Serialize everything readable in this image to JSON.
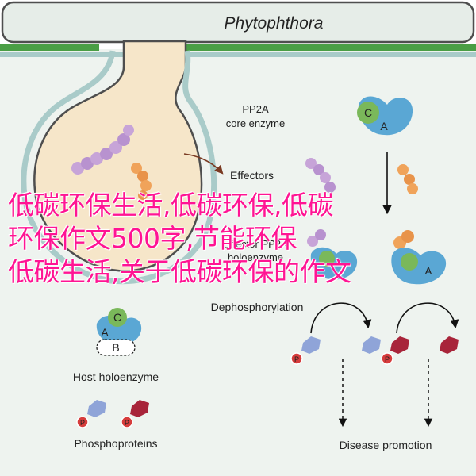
{
  "labels": {
    "pathogen": "Phytophthora",
    "pp2a_core": [
      "PP2A",
      "core enzyme"
    ],
    "effectors": "Effectors",
    "effector_holo": [
      "Effector PP2A",
      "holoenzyme"
    ],
    "dephosphorylation": "Dephosphorylation",
    "host_holo": "Host holoenzyme",
    "phosphoproteins": "Phosphoproteins",
    "disease_promotion": "Disease promotion"
  },
  "subunits": {
    "a": "A",
    "b": "B",
    "c": "C",
    "p": "P"
  },
  "overlay_lines": [
    "低碳环保生活,低碳环保,低碳",
    "环保作文500字,节能环保",
    "低碳生活,关于低碳环保的作文"
  ],
  "colors": {
    "cytoplasm": "#eef3ef",
    "haustorium": "#f6e6c9",
    "membrane": "#a9cbc9",
    "wall": "#4a9e45",
    "pathogen_bg": "#e6ede8",
    "subunit_a": "#5aa7d4",
    "subunit_c": "#7ab85a",
    "substrate_blue": "#8fa4d8",
    "substrate_red": "#a8243a",
    "phospho": "#d63c3c",
    "effector_purple": "#c7a4d8",
    "effector_orange": "#f0a35a",
    "overlay_text": "#ff1493"
  }
}
